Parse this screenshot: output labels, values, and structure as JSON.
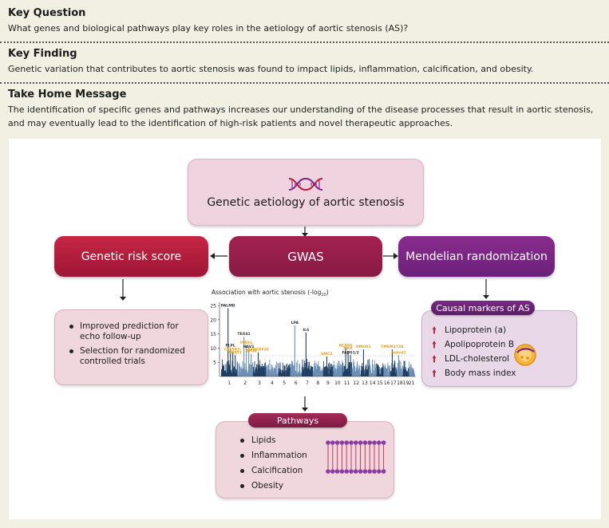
{
  "key_question": {
    "heading": "Key Question",
    "text": "What genes and biological pathways play key roles in the aetiology of aortic stenosis (AS)?"
  },
  "key_finding": {
    "heading": "Key Finding",
    "text": "Genetic variation that contributes to aortic stenosis was found to impact lipids, inflammation, calcification, and obesity."
  },
  "take_home": {
    "heading": "Take Home Message",
    "text": "The identification of specific genes and pathways increases our understanding of the disease processes that result in aortic stenosis, and may eventually lead to the identification of high-risk patients and novel therapeutic approaches."
  },
  "diagram": {
    "title": "Genetic aetiology of aortic stenosis",
    "grs": "Genetic risk score",
    "gwas": "GWAS",
    "mr": "Mendelian randomization",
    "grs_bullets": [
      "Improved prediction for echo follow-up",
      "Selection for randomized controlled trials"
    ],
    "causal_title": "Causal markers of AS",
    "causal_markers": [
      "Lipoprotein (a)",
      "Apolipoprotein B",
      "LDL-cholesterol",
      "Body mass index"
    ],
    "pathways_title": "Pathways",
    "pathways": [
      "Lipids",
      "Inflammation",
      "Calcification",
      "Obesity"
    ],
    "colors": {
      "red": "#b51f3c",
      "magenta": "#941c4a",
      "purple": "#7a2787",
      "lipid_orange": "#f0a020"
    }
  },
  "chart_data": {
    "type": "scatter",
    "subtype": "manhattan",
    "title_main": "Association with aortic stenosis (-log",
    "title_sub": "10",
    "title_end": ")",
    "y_ticks": [
      "25",
      "20",
      "15",
      "10",
      "5"
    ],
    "ylim": [
      0,
      25
    ],
    "chromosomes": [
      "1",
      "2",
      "3",
      "4",
      "5",
      "6",
      "7",
      "8",
      "9",
      "10",
      "11",
      "12",
      "13",
      "14",
      "15",
      "16",
      "17",
      "18",
      "19",
      "21"
    ],
    "peaks": [
      {
        "label": "PALMD",
        "chrom": "1",
        "value": 24,
        "highlight": false
      },
      {
        "label": "FLPL",
        "chrom": "1",
        "value": 10,
        "highlight": false
      },
      {
        "label": "CELSR2-",
        "chrom": "1",
        "value": 8.5,
        "highlight": true
      },
      {
        "label": "SORT1",
        "chrom": "1",
        "value": 7.5,
        "highlight": true
      },
      {
        "label": "TEX41",
        "chrom": "2",
        "value": 14,
        "highlight": false
      },
      {
        "label": "PIRX1",
        "chrom": "2",
        "value": 11,
        "highlight": true
      },
      {
        "label": "NAV1",
        "chrom": "2",
        "value": 9.5,
        "highlight": false
      },
      {
        "label": "APOB",
        "chrom": "2",
        "value": 8,
        "highlight": true
      },
      {
        "label": "APHGEF26",
        "chrom": "3",
        "value": 8.5,
        "highlight": true
      },
      {
        "label": "LPA",
        "chrom": "6",
        "value": 18,
        "highlight": false
      },
      {
        "label": "IL6",
        "chrom": "7",
        "value": 15.5,
        "highlight": false
      },
      {
        "label": "SMC2",
        "chrom": "9",
        "value": 7,
        "highlight": true
      },
      {
        "label": "NLRP6",
        "chrom": "11",
        "value": 10,
        "highlight": true
      },
      {
        "label": "MKX",
        "chrom": "11",
        "value": 9,
        "highlight": true
      },
      {
        "label": "FADS1/2",
        "chrom": "11",
        "value": 7.5,
        "highlight": false
      },
      {
        "label": "HMOX1",
        "chrom": "13",
        "value": 9.5,
        "highlight": true
      },
      {
        "label": "TMEM173A",
        "chrom": "17",
        "value": 9.5,
        "highlight": true
      },
      {
        "label": "Ankrd1",
        "chrom": "18",
        "value": 7.5,
        "highlight": true
      }
    ]
  }
}
